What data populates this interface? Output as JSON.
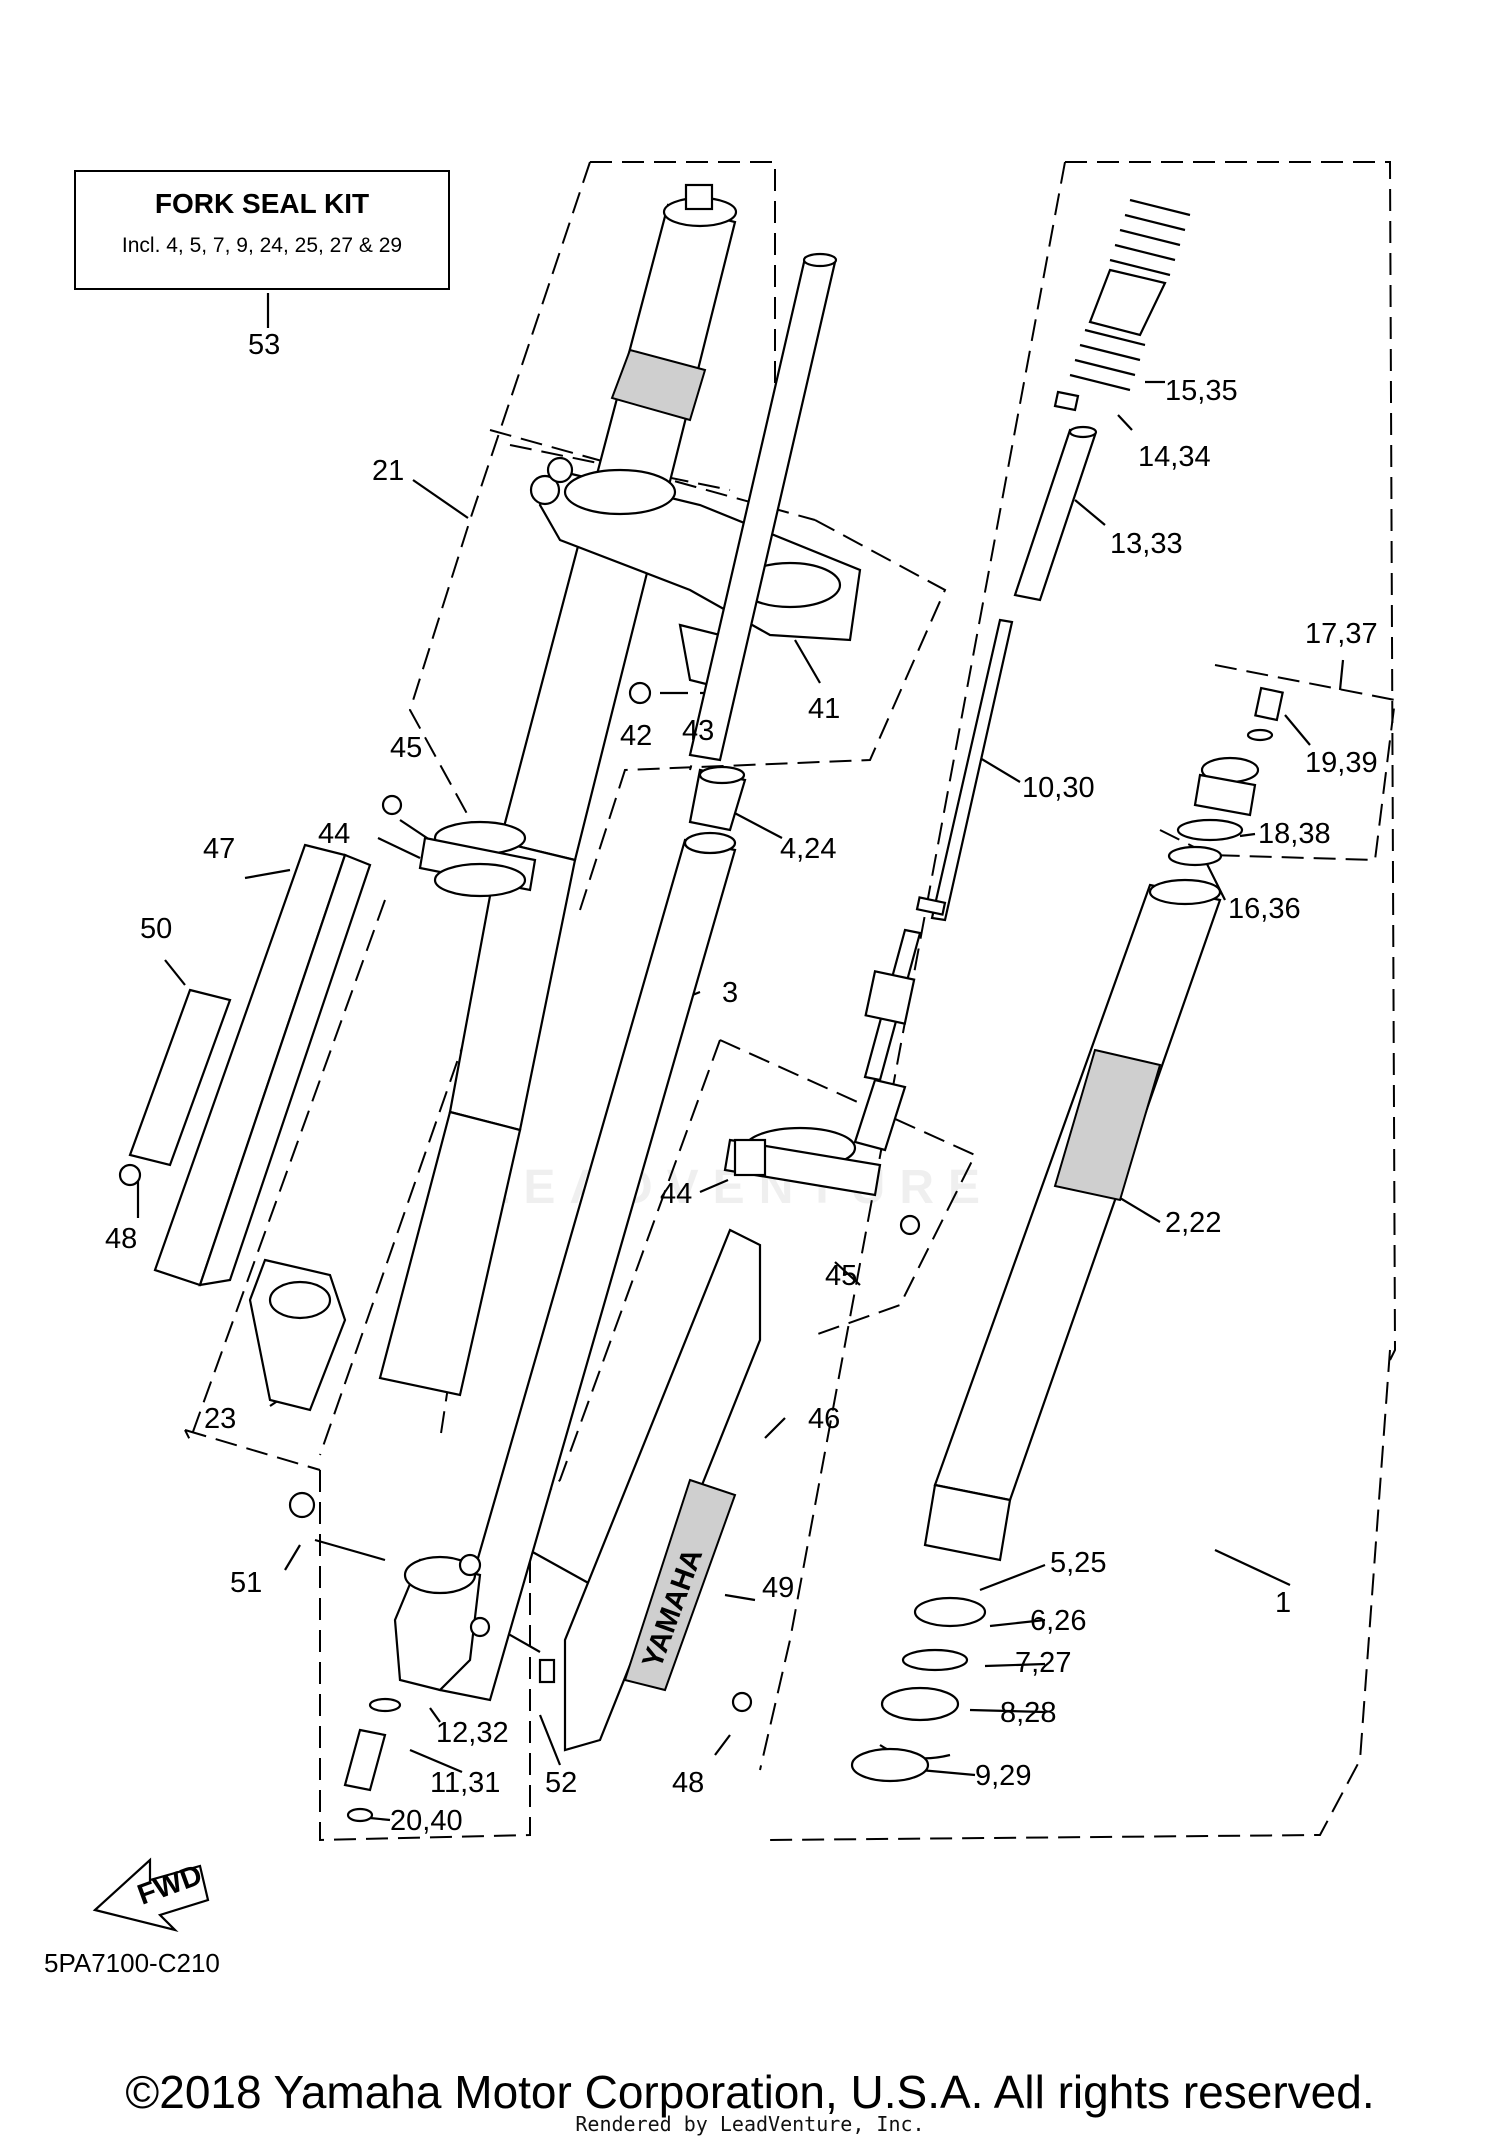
{
  "kit": {
    "title": "FORK SEAL KIT",
    "contents": "Incl. 4, 5, 7, 9, 24, 25, 27 & 29",
    "ref": "53"
  },
  "callouts": [
    {
      "id": "c-21",
      "text": "21"
    },
    {
      "id": "c-15-35",
      "text": "15,35"
    },
    {
      "id": "c-14-34",
      "text": "14,34"
    },
    {
      "id": "c-13-33",
      "text": "13,33"
    },
    {
      "id": "c-17-37",
      "text": "17,37"
    },
    {
      "id": "c-19-39",
      "text": "19,39"
    },
    {
      "id": "c-18-38",
      "text": "18,38"
    },
    {
      "id": "c-16-36",
      "text": "16,36"
    },
    {
      "id": "c-41",
      "text": "41"
    },
    {
      "id": "c-42",
      "text": "42"
    },
    {
      "id": "c-43",
      "text": "43"
    },
    {
      "id": "c-10-30",
      "text": "10,30"
    },
    {
      "id": "c-45a",
      "text": "45"
    },
    {
      "id": "c-44a",
      "text": "44"
    },
    {
      "id": "c-4-24",
      "text": "4,24"
    },
    {
      "id": "c-47",
      "text": "47"
    },
    {
      "id": "c-50",
      "text": "50"
    },
    {
      "id": "c-3",
      "text": "3"
    },
    {
      "id": "c-48a",
      "text": "48"
    },
    {
      "id": "c-44b",
      "text": "44"
    },
    {
      "id": "c-2-22",
      "text": "2,22"
    },
    {
      "id": "c-45b",
      "text": "45"
    },
    {
      "id": "c-23",
      "text": "23"
    },
    {
      "id": "c-46",
      "text": "46"
    },
    {
      "id": "c-51",
      "text": "51"
    },
    {
      "id": "c-5-25",
      "text": "5,25"
    },
    {
      "id": "c-49",
      "text": "49"
    },
    {
      "id": "c-1",
      "text": "1"
    },
    {
      "id": "c-6-26",
      "text": "6,26"
    },
    {
      "id": "c-7-27",
      "text": "7,27"
    },
    {
      "id": "c-8-28",
      "text": "8,28"
    },
    {
      "id": "c-12-32",
      "text": "12,32"
    },
    {
      "id": "c-11-31",
      "text": "11,31"
    },
    {
      "id": "c-52",
      "text": "52"
    },
    {
      "id": "c-48b",
      "text": "48"
    },
    {
      "id": "c-9-29",
      "text": "9,29"
    },
    {
      "id": "c-20-40",
      "text": "20,40"
    }
  ],
  "fwd_arrow_label": "FWD",
  "brand_text": "YAMAHA",
  "diagram_code": "5PA7100-C210",
  "copyright": "©2018 Yamaha Motor Corporation, U.S.A. All rights reserved.",
  "rendered_by": "Rendered by LeadVenture, Inc.",
  "watermark_text": "LEADVENTURE"
}
